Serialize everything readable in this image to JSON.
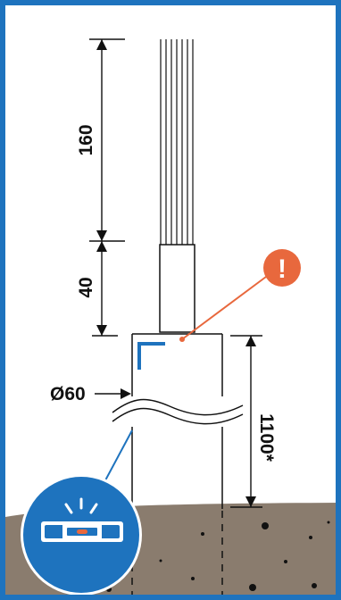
{
  "dimensions": {
    "top_wires": "160",
    "sleeve": "40",
    "diameter": "Ø60",
    "depth": "1100*"
  },
  "warning": {
    "symbol": "!"
  },
  "colors": {
    "frame": "#1e73be",
    "ground": "#8a7c6e",
    "warning": "#e8683d",
    "line": "#111111"
  },
  "icons": [
    "warning-icon",
    "spirit-level-icon",
    "corner-bracket-icon"
  ]
}
